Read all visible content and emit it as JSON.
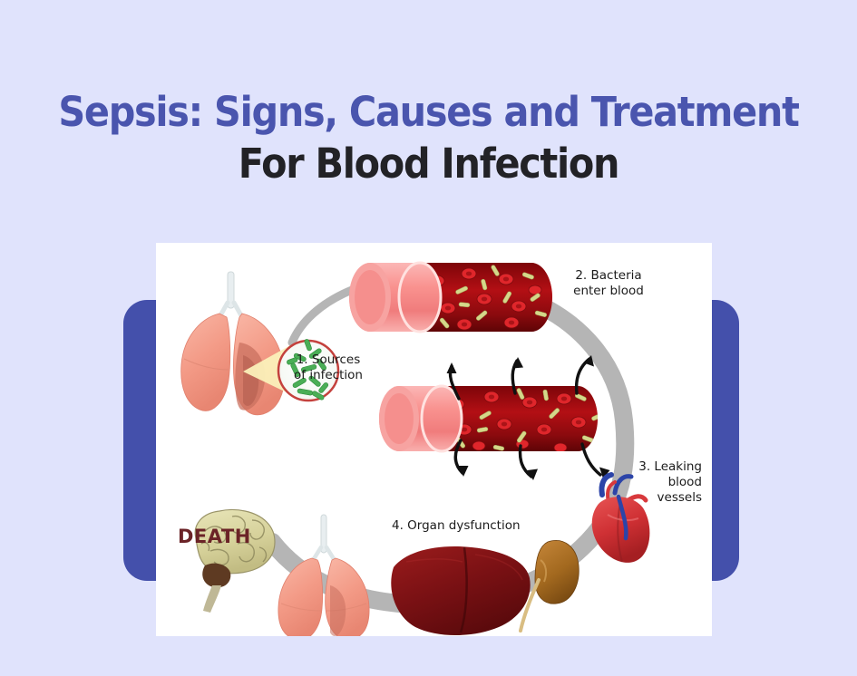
{
  "background_color": "#e0e3fc",
  "title": {
    "line1": "Sepsis: Signs, Causes and Treatment",
    "line2": "For Blood Infection",
    "line1_color": "#4a55ae",
    "line2_color": "#222226"
  },
  "accent_card": {
    "color": "#4450ab"
  },
  "figure": {
    "card_color": "#ffffff",
    "flow_arrow_color": "#b0b0b0",
    "labels": {
      "step1": "1. Sources\nof infection",
      "step2": "2. Bacteria\nenter blood",
      "step3": "3. Leaking\nblood\nvessels",
      "step4": "4. Organ dysfunction",
      "outcome": "DEATH"
    },
    "outcome_color": "#6b2327",
    "elements": {
      "lungs_source": "lungs-illustration",
      "bacteria_magnifier": "bacteria-magnifier-circle",
      "vessel_infected": "blood-vessel-with-bacteria",
      "vessel_leaking": "leaking-blood-vessel",
      "organ_brain": "brain-illustration",
      "organ_lungs": "lungs-illustration",
      "organ_liver": "liver-illustration",
      "organ_kidney": "kidney-illustration",
      "organ_heart": "heart-illustration"
    },
    "colors": {
      "vessel_outer": "#f4868a",
      "vessel_lumen": "#a10d12",
      "red_blood_cell": "#e0262b",
      "bacteria_in_blood": "#cfd07a",
      "bacteria_green": "#49b557",
      "lung_pink": "#f4a191",
      "brain_cream": "#ddd9a6",
      "liver_dark_red": "#7e1216",
      "kidney_brown": "#a8712a",
      "heart_red": "#d8393c"
    }
  }
}
